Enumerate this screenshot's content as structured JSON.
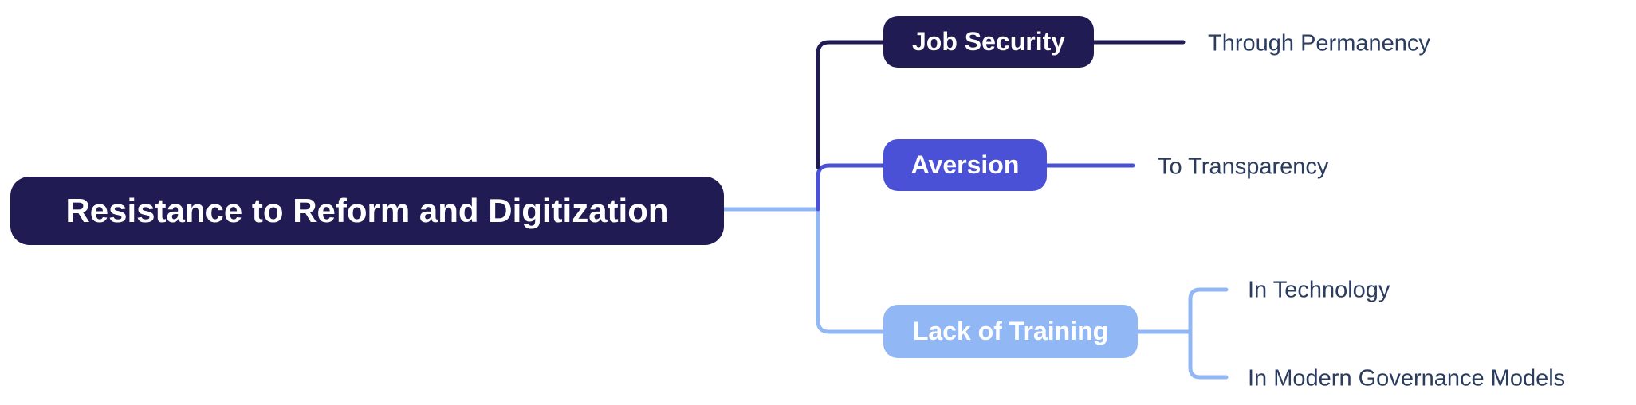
{
  "mindmap": {
    "root": {
      "label": "Resistance to Reform and Digitization",
      "color": "#211b54"
    },
    "branches": [
      {
        "label": "Job Security",
        "color": "#211b54",
        "children": [
          "Through Permanency"
        ]
      },
      {
        "label": "Aversion",
        "color": "#4a51d6",
        "children": [
          "To Transparency"
        ]
      },
      {
        "label": "Lack of Training",
        "color": "#92b7f5",
        "children": [
          "In Technology",
          "In Modern Governance Models"
        ]
      }
    ],
    "colors": {
      "background": "#ffffff",
      "node_text": "#ffffff",
      "leaf_text": "#2b3c5e",
      "connector_navy": "#211b54",
      "connector_indigo": "#4a51d6",
      "connector_light_blue": "#92b7f5"
    }
  }
}
